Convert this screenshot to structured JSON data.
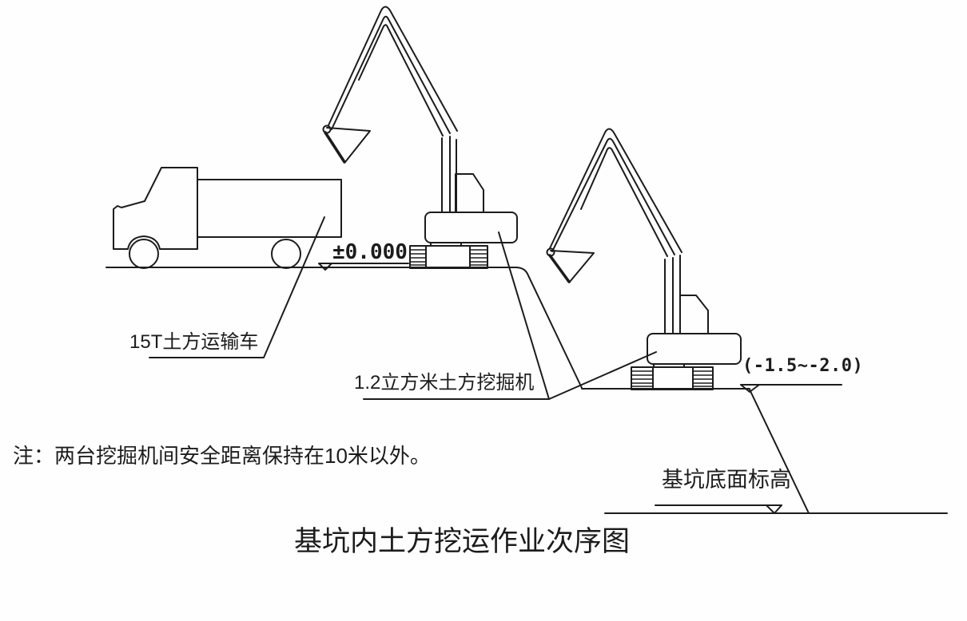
{
  "diagram": {
    "title": "基坑内土方挖运作业次序图",
    "note": "注：两台挖掘机间安全距离保持在10米以外。",
    "labels": {
      "truck": "15T土方运输车",
      "excavator": "1.2立方米土方挖掘机",
      "pit_bottom": "基坑底面标高"
    },
    "elevations": {
      "ground_level": "±0.000",
      "pit_depth_range": "(-1.5~-2.0)"
    },
    "icons": {
      "truck": "dump-truck-icon",
      "excavator_upper": "excavator-icon",
      "excavator_lower": "excavator-icon",
      "elevation_marker": "inverted-triangle-benchmark-icon"
    },
    "colors": {
      "line": "#1c1c1c",
      "background": "#fefefe"
    }
  }
}
